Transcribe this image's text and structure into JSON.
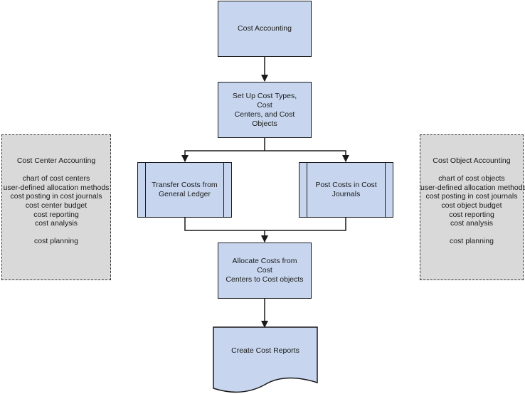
{
  "flow": {
    "cost_accounting": "Cost Accounting",
    "setup": "Set Up Cost Types, Cost\nCenters, and Cost Objects",
    "transfer": "Transfer Costs from\nGeneral Ledger",
    "post": "Post Costs in Cost\nJournals",
    "allocate": "Allocate Costs from Cost\nCenters to Cost objects",
    "reports": "Create Cost Reports"
  },
  "cost_center_panel": {
    "title": "Cost Center Accounting",
    "items": [
      "chart of cost centers",
      "user-defined allocation methods",
      "cost posting in cost journals",
      "cost center budget",
      "cost reporting",
      "cost analysis"
    ],
    "extra": "cost planning"
  },
  "cost_object_panel": {
    "title": "Cost Object Accounting",
    "items": [
      "chart of cost objects",
      "user-defined allocation methods",
      "cost posting in cost journals",
      "cost object budget",
      "cost reporting",
      "cost analysis"
    ],
    "extra": "cost planning"
  },
  "colors": {
    "box_fill": "#c7d6ee",
    "panel_fill": "#d9d9d9",
    "stroke": "#1a1a1a"
  }
}
